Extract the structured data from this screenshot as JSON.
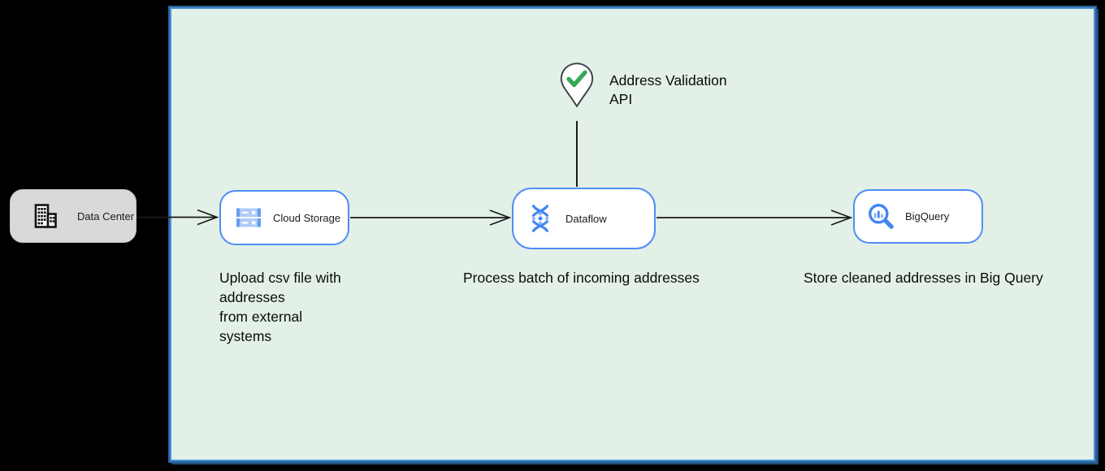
{
  "diagram": {
    "type": "cloud-architecture-flow",
    "colors": {
      "canvas_bg": "#000000",
      "diagram_bg": "#e2f0e7",
      "diagram_border": "#4a90d9",
      "node_border": "#4e8df5",
      "node_bg": "#ffffff",
      "datacenter_bg": "#d9d9d9",
      "icon_blue": "#4285f4",
      "icon_blue_light": "#aecbfa",
      "check_green": "#34a853",
      "connector_line": "#1a1a1a"
    },
    "nodes": [
      {
        "id": "data_center",
        "label": "Data Center",
        "icon": "building-icon"
      },
      {
        "id": "cloud_storage",
        "label": "Cloud Storage",
        "icon": "cloud-storage-icon"
      },
      {
        "id": "dataflow",
        "label": "Dataflow",
        "icon": "dataflow-icon"
      },
      {
        "id": "bigquery",
        "label": "BigQuery",
        "icon": "bigquery-icon"
      }
    ],
    "annotation": {
      "label": "Address Validation\nAPI",
      "icon": "pin-check-icon",
      "attached_to": "dataflow"
    },
    "captions": {
      "upload": "Upload csv file with\naddresses\nfrom external\nsystems",
      "process": "Process batch of incoming addresses",
      "store": "Store cleaned addresses in Big Query"
    },
    "connectors": [
      {
        "from": "data_center",
        "to": "cloud_storage",
        "arrow": true
      },
      {
        "from": "cloud_storage",
        "to": "dataflow",
        "arrow": true
      },
      {
        "from": "dataflow",
        "to": "bigquery",
        "arrow": true
      },
      {
        "from": "address_validation_pin",
        "to": "dataflow",
        "arrow": false
      }
    ]
  },
  "nodes": {
    "data_center": {
      "label": "Data Center"
    },
    "cloud_storage": {
      "label": "Cloud Storage"
    },
    "dataflow": {
      "label": "Dataflow"
    },
    "bigquery": {
      "label": "BigQuery"
    }
  },
  "annotation": {
    "label": "Address Validation\nAPI"
  },
  "captions": {
    "upload": "Upload csv file with\naddresses\nfrom external\nsystems",
    "process": "Process batch of incoming addresses",
    "store": "Store cleaned addresses in Big Query"
  }
}
